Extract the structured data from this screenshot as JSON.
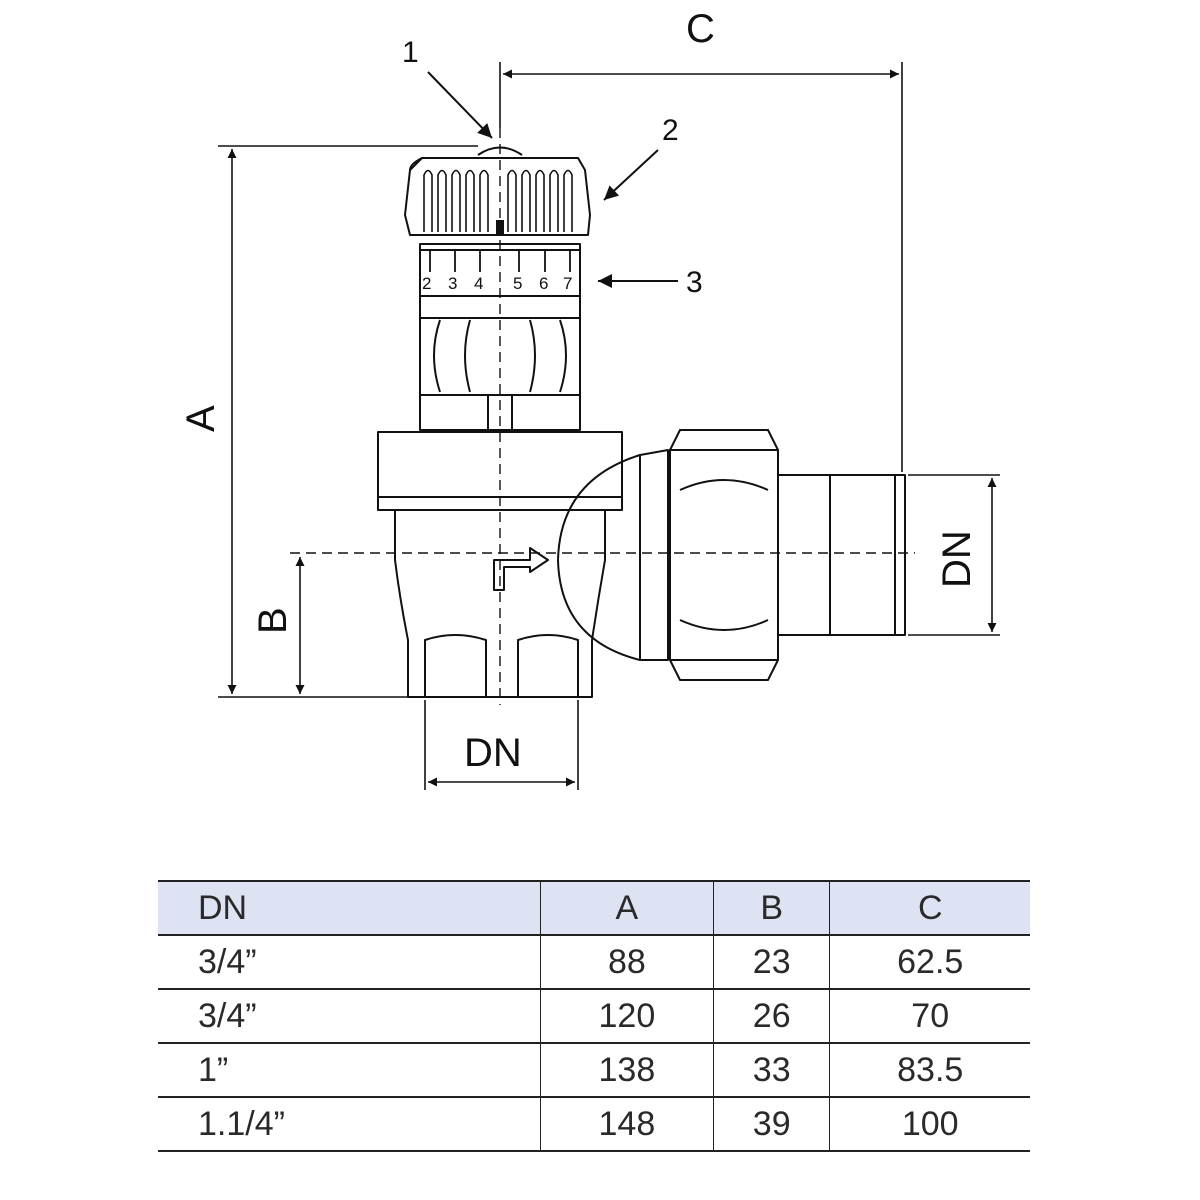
{
  "diagram": {
    "dimension_labels": {
      "a": "A",
      "b": "B",
      "c": "C",
      "dn_bottom": "DN",
      "dn_right": "DN"
    },
    "callouts": [
      "1",
      "2",
      "3"
    ],
    "scale_numbers": [
      "2",
      "3",
      "4",
      "5",
      "6",
      "7"
    ],
    "line_color": "#111111"
  },
  "table": {
    "header_bg": "#dde3f2",
    "columns": [
      "DN",
      "A",
      "B",
      "C"
    ],
    "rows": [
      [
        "3/4”",
        "88",
        "23",
        "62.5"
      ],
      [
        "3/4”",
        "120",
        "26",
        "70"
      ],
      [
        "1”",
        "138",
        "33",
        "83.5"
      ],
      [
        "1.1/4”",
        "148",
        "39",
        "100"
      ]
    ]
  }
}
